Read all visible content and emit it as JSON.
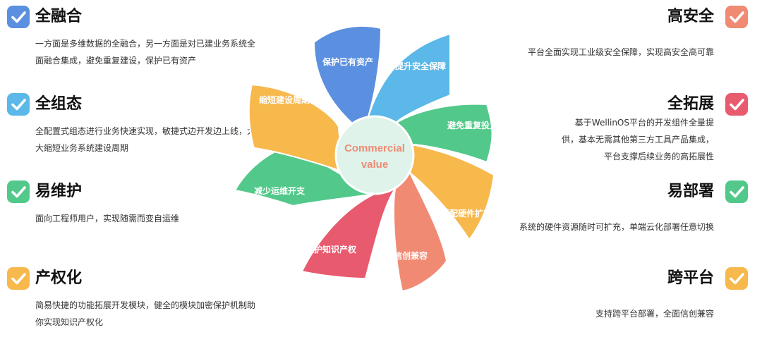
{
  "features_left": [
    {
      "title": "全融合",
      "desc": "一方面是多维数据的全融合，另一方面是对已建业务系统全面融合集成，避免重复建设，保护已有资产",
      "color": "#5b8fe0",
      "icon": "check-icon"
    },
    {
      "title": "全组态",
      "desc": "全配置式组态进行业务快速实现，敏捷式边开发边上线，大大缩短业务系统建设周期",
      "color": "#5bb8e8",
      "icon": "check-icon"
    },
    {
      "title": "易维护",
      "desc": "面向工程师用户，实现随需而变自运维",
      "color": "#52c98a",
      "icon": "check-icon"
    },
    {
      "title": "产权化",
      "desc": "简易快捷的功能拓展开发模块，健全的模块加密保护机制助你实现知识产权化",
      "color": "#f7b84c",
      "icon": "check-icon"
    }
  ],
  "features_right": [
    {
      "title": "高安全",
      "desc": "平台全面实现工业级安全保障，实现高安全高可靠",
      "color": "#f08a73",
      "icon": "check-icon"
    },
    {
      "title": "全拓展",
      "desc": "基于WellinOS平台的开发组件全量提供，基本无需其他第三方工具产品集成，平台支撑后续业务的高拓展性",
      "color": "#e85a6e",
      "icon": "check-icon"
    },
    {
      "title": "易部署",
      "desc": "系统的硬件资源随时可扩充，单端云化部署任意切换",
      "color": "#52c98a",
      "icon": "check-icon"
    },
    {
      "title": "跨平台",
      "desc": "支持跨平台部署，全面信创兼容",
      "color": "#f7b84c",
      "icon": "check-icon"
    }
  ],
  "center": {
    "line1": "Commercial",
    "line2": "value"
  },
  "petals": [
    {
      "label": "保护已有资产",
      "color": "#5b8fe0"
    },
    {
      "label": "提升安全保障",
      "color": "#5bb8e8"
    },
    {
      "label": "避免重复投入",
      "color": "#52c98a"
    },
    {
      "label": "适配硬件扩充",
      "color": "#f7b84c"
    },
    {
      "label": "全面信创兼容",
      "color": "#f08a73"
    },
    {
      "label": "保护知识产权",
      "color": "#e85a6e"
    },
    {
      "label": "减少运维开支",
      "color": "#52c98a"
    },
    {
      "label": "缩短建设周期",
      "color": "#f7b84c"
    }
  ]
}
